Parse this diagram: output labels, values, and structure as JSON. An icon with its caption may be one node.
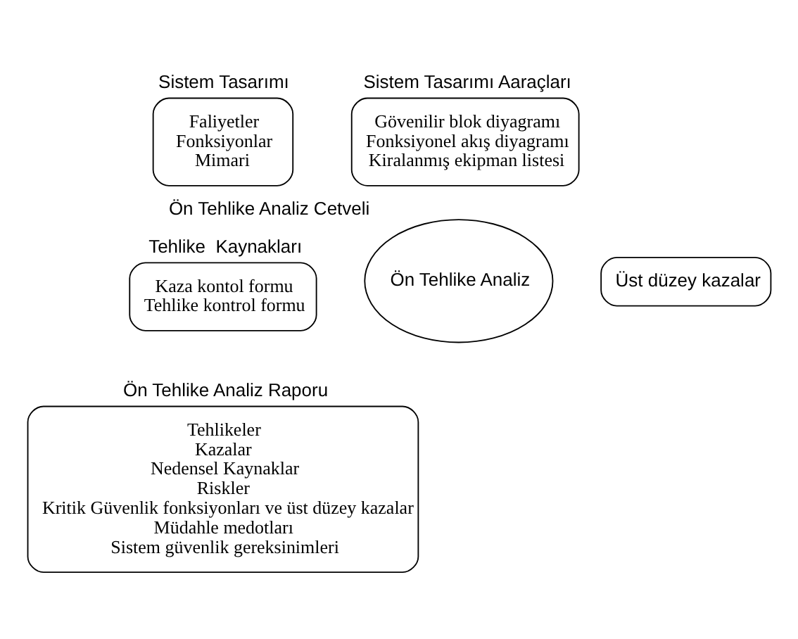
{
  "diagram": {
    "nodes": [
      {
        "text": [
          "Sistem Tasarımı",
          "Faliyetler",
          "Fonksiyonlar",
          "Mimari"
        ]
      },
      {
        "text": [
          "Sistem Tasarımı Aaraçları",
          "Gövenilir blok diyagramı",
          "Fonksiyonel akış diyagramı",
          "Kiralanmış ekipman listesi"
        ]
      },
      {
        "text": [
          "Tehlike  Kaynakları",
          "Kaza kontol formu",
          "Tehlike kontrol formu"
        ]
      },
      {
        "text": [
          "Ön Tehlike Analiz Cetveli",
          "Ön Tehlike Analiz"
        ]
      },
      {
        "text": [
          "Üst düzey kazalar"
        ]
      },
      {
        "text": [
          "Ön Tehlike Analiz Raporu",
          "Tehlikeler",
          "Kazalar",
          "Nedensel Kaynaklar",
          "Riskler",
          "Kritik Güvenlik fonksiyonları ve üst düzey kazalar",
          "Müdahle medotları",
          "Sistem güvenlik gereksinimleri"
        ]
      }
    ],
    "edges": []
  }
}
